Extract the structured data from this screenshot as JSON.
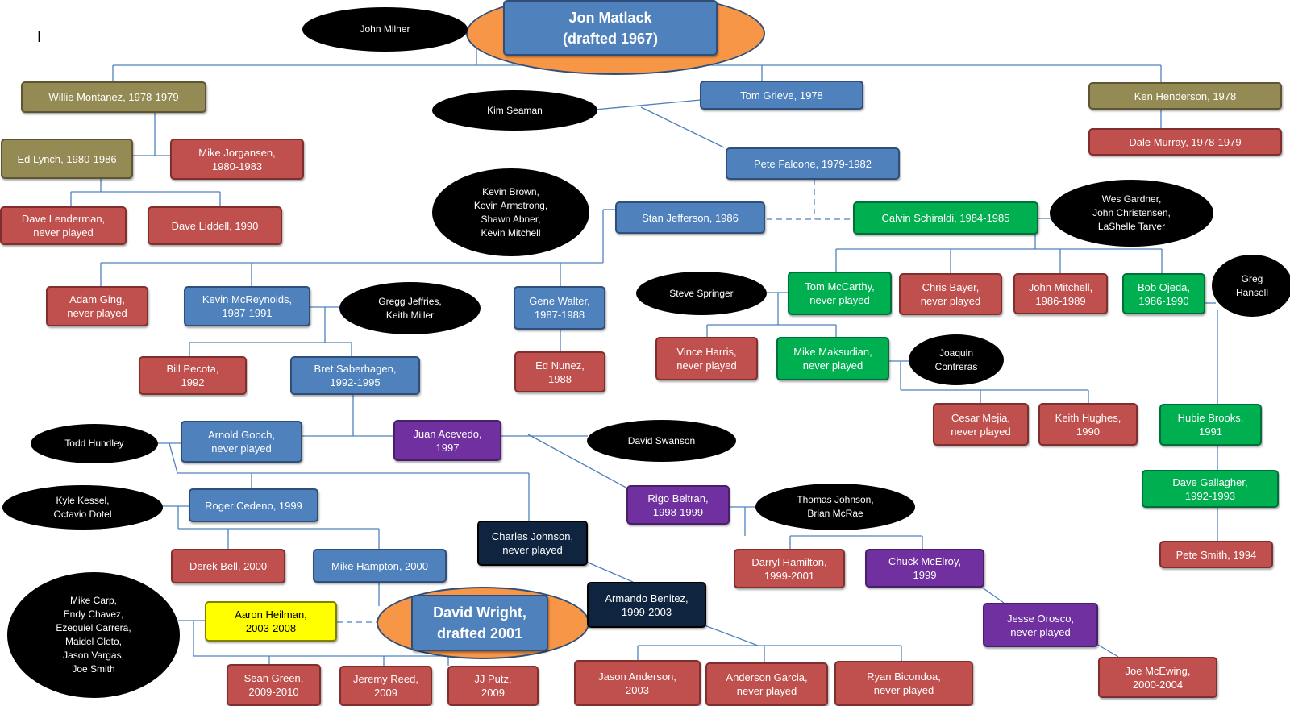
{
  "colors": {
    "line": "#4f81bd",
    "red": "#c0504d",
    "blue": "#4f81bd",
    "olive": "#948a54",
    "green": "#00b050",
    "purple": "#7030a0",
    "navy": "#0f243e",
    "yellow": "#ffff00",
    "orange": "#f79646",
    "black": "#000000"
  },
  "cursor_mark": "I",
  "nodes": {
    "jon_matlack": "Jon Matlack\n(drafted 1967)",
    "willie_montanez": "Willie Montanez, 1978-1979",
    "tom_grieve": "Tom Grieve, 1978",
    "ken_henderson": "Ken Henderson, 1978",
    "dale_murray": "Dale Murray, 1978-1979",
    "ed_lynch": "Ed Lynch, 1980-1986",
    "mike_jorgansen": "Mike Jorgansen,\n1980-1983",
    "pete_falcone": "Pete Falcone, 1979-1982",
    "dave_lenderman": "Dave Lenderman,\nnever played",
    "dave_liddell": "Dave Liddell, 1990",
    "stan_jefferson": "Stan Jefferson, 1986",
    "calvin_schiraldi": "Calvin Schiraldi, 1984-1985",
    "adam_ging": "Adam Ging,\nnever played",
    "kevin_mcreynolds": "Kevin McReynolds,\n1987-1991",
    "gene_walter": "Gene Walter,\n1987-1988",
    "tom_mccarthy": "Tom McCarthy,\nnever played",
    "chris_bayer": "Chris Bayer,\nnever played",
    "john_mitchell": "John Mitchell,\n1986-1989",
    "bob_ojeda": "Bob Ojeda,\n1986-1990",
    "bill_pecota": "Bill Pecota,\n1992",
    "bret_saberhagen": "Bret Saberhagen,\n1992-1995",
    "ed_nunez": "Ed Nunez,\n1988",
    "vince_harris": "Vince Harris,\nnever played",
    "mike_maksudian": "Mike Maksudian,\nnever played",
    "cesar_mejia": "Cesar Mejia,\nnever played",
    "keith_hughes": "Keith Hughes,\n1990",
    "hubie_brooks": "Hubie Brooks,\n1991",
    "arnold_gooch": "Arnold Gooch,\nnever played",
    "juan_acevedo": "Juan Acevedo,\n1997",
    "dave_gallagher": "Dave Gallagher,\n1992-1993",
    "roger_cedeno": "Roger Cedeno, 1999",
    "rigo_beltran": "Rigo Beltran,\n1998-1999",
    "charles_johnson": "Charles Johnson,\nnever played",
    "pete_smith": "Pete Smith, 1994",
    "derek_bell": "Derek Bell, 2000",
    "mike_hampton": "Mike Hampton, 2000",
    "darryl_hamilton": "Darryl Hamilton,\n1999-2001",
    "chuck_mcelroy": "Chuck McElroy,\n1999",
    "armando_benitez": "Armando Benitez,\n1999-2003",
    "aaron_heilman": "Aaron Heilman,\n2003-2008",
    "david_wright": "David Wright,\ndrafted 2001",
    "jesse_orosco": "Jesse Orosco,\nnever played",
    "joe_mcewing": "Joe McEwing,\n2000-2004",
    "sean_green": "Sean Green,\n2009-2010",
    "jeremy_reed": "Jeremy Reed,\n2009",
    "jj_putz": "JJ Putz,\n2009",
    "jason_anderson": "Jason Anderson,\n2003",
    "anderson_garcia": "Anderson Garcia,\nnever played",
    "ryan_bicondoa": "Ryan Bicondoa,\nnever played"
  },
  "others": {
    "john_milner": "John Milner",
    "kim_seaman": "Kim Seaman",
    "brown_group": "Kevin Brown,\nKevin Armstrong,\nShawn Abner,\nKevin Mitchell",
    "gardner_group": "Wes Gardner,\nJohn Christensen,\nLaShelle Tarver",
    "greg_hansell": "Greg\nHansell",
    "steve_springer": "Steve Springer",
    "jeffries_miller": "Gregg Jeffries,\nKeith Miller",
    "joaquin_contreras": "Joaquin\nContreras",
    "todd_hundley": "Todd Hundley",
    "david_swanson": "David Swanson",
    "kessel_dotel": "Kyle Kessel,\nOctavio Dotel",
    "johnson_mcrae": "Thomas Johnson,\nBrian McRae",
    "carp_group": "Mike Carp,\nEndy Chavez,\nEzequiel Carrera,\nMaidel Cleto,\nJason Vargas,\nJoe Smith"
  }
}
